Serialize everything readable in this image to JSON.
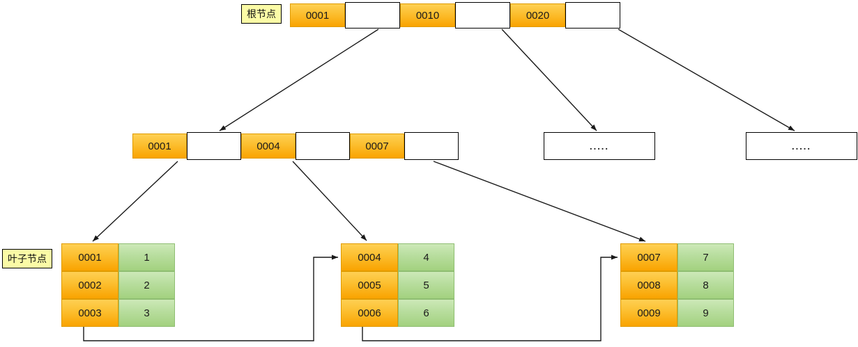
{
  "labels": {
    "root_node": "根节点",
    "leaf_node": "叶子节点"
  },
  "root_node": {
    "keys": [
      "0001",
      "0010",
      "0020"
    ]
  },
  "internal_node": {
    "keys": [
      "0001",
      "0004",
      "0007"
    ]
  },
  "collapsed_nodes": [
    {
      "text": "....."
    },
    {
      "text": "....."
    }
  ],
  "leaf_nodes": [
    {
      "rows": [
        {
          "key": "0001",
          "value": "1"
        },
        {
          "key": "0002",
          "value": "2"
        },
        {
          "key": "0003",
          "value": "3"
        }
      ]
    },
    {
      "rows": [
        {
          "key": "0004",
          "value": "4"
        },
        {
          "key": "0005",
          "value": "5"
        },
        {
          "key": "0006",
          "value": "6"
        }
      ]
    },
    {
      "rows": [
        {
          "key": "0007",
          "value": "7"
        },
        {
          "key": "0008",
          "value": "8"
        },
        {
          "key": "0009",
          "value": "9"
        }
      ]
    }
  ],
  "colors": {
    "key_fill_top": "#fed053",
    "key_fill_bottom": "#f9a300",
    "key_border": "#e09b00",
    "value_fill_top": "#cde9b8",
    "value_fill_bottom": "#a3d17f",
    "value_border": "#8fbe72",
    "pointer_fill": "#ffffff",
    "pointer_border": "#000000",
    "label_bg": "#fbfba6",
    "line": "#1a1a1a"
  }
}
